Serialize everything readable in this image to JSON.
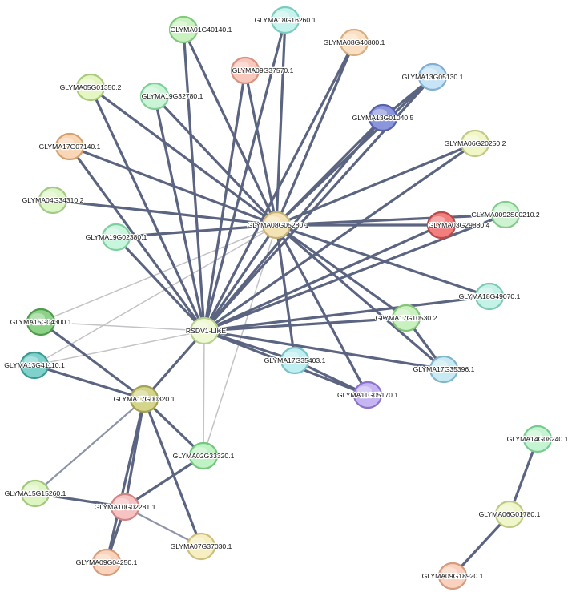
{
  "network": {
    "nodes": [
      {
        "id": "GLYMA01G40140.1",
        "label": "GLYMA01G40140.1",
        "fill": "#c9f2c0",
        "stroke": "#7fc97a"
      },
      {
        "id": "GLYMA18G16260.1",
        "label": "GLYMA18G16260.1",
        "fill": "#c6f3ee",
        "stroke": "#7ccbbf"
      },
      {
        "id": "GLYMA08G40800.1",
        "label": "GLYMA08G40800.1",
        "fill": "#fadfc2",
        "stroke": "#d8ae82"
      },
      {
        "id": "GLYMA09G37570.1",
        "label": "GLYMA09G37570.1",
        "fill": "#f9c8bc",
        "stroke": "#d89381"
      },
      {
        "id": "GLYMA05G01350.2",
        "label": "GLYMA05G01350.2",
        "fill": "#e5f6c3",
        "stroke": "#aacb7e"
      },
      {
        "id": "GLYMA19G32780.1",
        "label": "GLYMA19G32780.1",
        "fill": "#c9f5d6",
        "stroke": "#7fcf97"
      },
      {
        "id": "GLYMA13G05130.1",
        "label": "GLYMA13G05130.1",
        "fill": "#c6e4f6",
        "stroke": "#82aed1"
      },
      {
        "id": "GLYMA13G01040.5",
        "label": "GLYMA13G01040.5",
        "fill": "#8c96dc",
        "stroke": "#5761a8"
      },
      {
        "id": "GLYMA06G20250.2",
        "label": "GLYMA06G20250.2",
        "fill": "#f1f6c7",
        "stroke": "#c4c986"
      },
      {
        "id": "GLYMA17G07140.1",
        "label": "GLYMA17G07140.1",
        "fill": "#f8d6b6",
        "stroke": "#d6a06e"
      },
      {
        "id": "GLYMA04G34310.2",
        "label": "GLYMA04G34310.2",
        "fill": "#def5c6",
        "stroke": "#a3c985"
      },
      {
        "id": "GLYMA08G05280.1",
        "label": "GLYMA08G05280.1",
        "fill": "#f4e4b5",
        "stroke": "#c9b276"
      },
      {
        "id": "GLYMA03G29880.4",
        "label": "GLYMA03G29880.4",
        "fill": "#f27e7e",
        "stroke": "#b84a4a"
      },
      {
        "id": "GLYMA0092S00210.2",
        "label": "GLYMA0092S00210.2",
        "fill": "#cdf3d1",
        "stroke": "#85c98e"
      },
      {
        "id": "GLYMA19G02380.1",
        "label": "GLYMA19G02380.1",
        "fill": "#c8f5dd",
        "stroke": "#7fcf9f"
      },
      {
        "id": "GLYMA18G49070.1",
        "label": "GLYMA18G49070.1",
        "fill": "#c4f2e6",
        "stroke": "#7ccab5"
      },
      {
        "id": "GLYMA15G04300.1",
        "label": "GLYMA15G04300.1",
        "fill": "#8ed28a",
        "stroke": "#4e9b4a"
      },
      {
        "id": "RSDV1-LIKE",
        "label": "RSDV1-LIKE",
        "fill": "#eef8d2",
        "stroke": "#b9cf8f"
      },
      {
        "id": "GLYMA17G10530.2",
        "label": "GLYMA17G10530.2",
        "fill": "#c9f1bf",
        "stroke": "#85c579"
      },
      {
        "id": "GLYMA13G41110.1",
        "label": "GLYMA13G41110.1",
        "fill": "#7fd2cc",
        "stroke": "#3e9993"
      },
      {
        "id": "GLYMA17G35403.1",
        "label": "GLYMA17G35403.1",
        "fill": "#bfeff0",
        "stroke": "#79c2c6"
      },
      {
        "id": "GLYMA17G35396.1",
        "label": "GLYMA17G35396.1",
        "fill": "#c8eaf2",
        "stroke": "#82b5c9"
      },
      {
        "id": "GLYMA11G05170.1",
        "label": "GLYMA11G05170.1",
        "fill": "#c6b5f2",
        "stroke": "#8a74c9"
      },
      {
        "id": "GLYMA17G00320.1",
        "label": "GLYMA17G00320.1",
        "fill": "#d4d48a",
        "stroke": "#a2a253"
      },
      {
        "id": "GLYMA02G33320.1",
        "label": "GLYMA02G33320.1",
        "fill": "#bff2c4",
        "stroke": "#75c77e"
      },
      {
        "id": "GLYMA14G08240.1",
        "label": "GLYMA14G08240.1",
        "fill": "#c4f4d2",
        "stroke": "#78cb90"
      },
      {
        "id": "GLYMA15G15260.1",
        "label": "GLYMA15G15260.1",
        "fill": "#def5c2",
        "stroke": "#a0c97c"
      },
      {
        "id": "GLYMA10G02281.1",
        "label": "GLYMA10G02281.1",
        "fill": "#f7c2c2",
        "stroke": "#d08585"
      },
      {
        "id": "GLYMA06G01780.1",
        "label": "GLYMA06G01780.1",
        "fill": "#eff6c9",
        "stroke": "#c0c985"
      },
      {
        "id": "GLYMA07G37030.1",
        "label": "GLYMA07G37030.1",
        "fill": "#f7efc2",
        "stroke": "#cdc07f"
      },
      {
        "id": "GLYMA09G04250.1",
        "label": "GLYMA09G04250.1",
        "fill": "#f9d3bb",
        "stroke": "#d69d7c"
      },
      {
        "id": "GLYMA09G18920.1",
        "label": "GLYMA09G18920.1",
        "fill": "#f8d2be",
        "stroke": "#d59c80"
      }
    ],
    "edges": [
      [
        "GLYMA08G05280.1",
        "GLYMA01G40140.1",
        "strong"
      ],
      [
        "GLYMA08G05280.1",
        "GLYMA18G16260.1",
        "strong"
      ],
      [
        "GLYMA08G05280.1",
        "GLYMA08G40800.1",
        "strong"
      ],
      [
        "GLYMA08G05280.1",
        "GLYMA09G37570.1",
        "strong"
      ],
      [
        "GLYMA08G05280.1",
        "GLYMA05G01350.2",
        "strong"
      ],
      [
        "GLYMA08G05280.1",
        "GLYMA19G32780.1",
        "strong"
      ],
      [
        "GLYMA08G05280.1",
        "GLYMA13G05130.1",
        "strong"
      ],
      [
        "GLYMA08G05280.1",
        "GLYMA13G01040.5",
        "strong"
      ],
      [
        "GLYMA08G05280.1",
        "GLYMA06G20250.2",
        "strong"
      ],
      [
        "GLYMA08G05280.1",
        "GLYMA17G07140.1",
        "strong"
      ],
      [
        "GLYMA08G05280.1",
        "GLYMA04G34310.2",
        "strong"
      ],
      [
        "GLYMA08G05280.1",
        "GLYMA03G29880.4",
        "strong"
      ],
      [
        "GLYMA08G05280.1",
        "GLYMA0092S00210.2",
        "strong"
      ],
      [
        "GLYMA08G05280.1",
        "GLYMA19G02380.1",
        "strong"
      ],
      [
        "GLYMA08G05280.1",
        "GLYMA18G49070.1",
        "strong"
      ],
      [
        "GLYMA08G05280.1",
        "GLYMA17G10530.2",
        "strong"
      ],
      [
        "GLYMA08G05280.1",
        "GLYMA17G35403.1",
        "strong"
      ],
      [
        "GLYMA08G05280.1",
        "GLYMA17G35396.1",
        "strong"
      ],
      [
        "GLYMA08G05280.1",
        "GLYMA11G05170.1",
        "strong"
      ],
      [
        "GLYMA08G05280.1",
        "RSDV1-LIKE",
        "strong"
      ],
      [
        "GLYMA08G05280.1",
        "GLYMA15G04300.1",
        "light"
      ],
      [
        "GLYMA08G05280.1",
        "GLYMA13G41110.1",
        "light"
      ],
      [
        "GLYMA08G05280.1",
        "GLYMA02G33320.1",
        "light"
      ],
      [
        "RSDV1-LIKE",
        "GLYMA01G40140.1",
        "strong"
      ],
      [
        "RSDV1-LIKE",
        "GLYMA18G16260.1",
        "strong"
      ],
      [
        "RSDV1-LIKE",
        "GLYMA08G40800.1",
        "strong"
      ],
      [
        "RSDV1-LIKE",
        "GLYMA09G37570.1",
        "strong"
      ],
      [
        "RSDV1-LIKE",
        "GLYMA05G01350.2",
        "strong"
      ],
      [
        "RSDV1-LIKE",
        "GLYMA19G32780.1",
        "strong"
      ],
      [
        "RSDV1-LIKE",
        "GLYMA13G05130.1",
        "strong"
      ],
      [
        "RSDV1-LIKE",
        "GLYMA13G01040.5",
        "strong"
      ],
      [
        "RSDV1-LIKE",
        "GLYMA06G20250.2",
        "strong"
      ],
      [
        "RSDV1-LIKE",
        "GLYMA17G07140.1",
        "strong"
      ],
      [
        "RSDV1-LIKE",
        "GLYMA19G02380.1",
        "strong"
      ],
      [
        "RSDV1-LIKE",
        "GLYMA03G29880.4",
        "strong"
      ],
      [
        "RSDV1-LIKE",
        "GLYMA0092S00210.2",
        "strong"
      ],
      [
        "RSDV1-LIKE",
        "GLYMA18G49070.1",
        "strong"
      ],
      [
        "RSDV1-LIKE",
        "GLYMA17G10530.2",
        "strong"
      ],
      [
        "RSDV1-LIKE",
        "GLYMA17G35403.1",
        "strong"
      ],
      [
        "RSDV1-LIKE",
        "GLYMA17G35396.1",
        "strong"
      ],
      [
        "RSDV1-LIKE",
        "GLYMA11G05170.1",
        "strong"
      ],
      [
        "RSDV1-LIKE",
        "GLYMA17G00320.1",
        "strong"
      ],
      [
        "RSDV1-LIKE",
        "GLYMA15G04300.1",
        "light"
      ],
      [
        "RSDV1-LIKE",
        "GLYMA13G41110.1",
        "light"
      ],
      [
        "RSDV1-LIKE",
        "GLYMA02G33320.1",
        "light"
      ],
      [
        "GLYMA13G01040.5",
        "GLYMA13G05130.1",
        "strong"
      ],
      [
        "GLYMA17G10530.2",
        "GLYMA17G35396.1",
        "strong"
      ],
      [
        "GLYMA17G35403.1",
        "GLYMA11G05170.1",
        "strong"
      ],
      [
        "GLYMA17G00320.1",
        "GLYMA15G04300.1",
        "strong"
      ],
      [
        "GLYMA17G00320.1",
        "GLYMA13G41110.1",
        "strong"
      ],
      [
        "GLYMA17G00320.1",
        "GLYMA02G33320.1",
        "strong"
      ],
      [
        "GLYMA17G00320.1",
        "GLYMA10G02281.1",
        "strong"
      ],
      [
        "GLYMA17G00320.1",
        "GLYMA09G04250.1",
        "strong"
      ],
      [
        "GLYMA17G00320.1",
        "GLYMA07G37030.1",
        "strong"
      ],
      [
        "GLYMA17G00320.1",
        "GLYMA15G15260.1",
        "medium"
      ],
      [
        "GLYMA10G02281.1",
        "GLYMA15G15260.1",
        "strong"
      ],
      [
        "GLYMA10G02281.1",
        "GLYMA02G33320.1",
        "strong"
      ],
      [
        "GLYMA10G02281.1",
        "GLYMA09G04250.1",
        "strong"
      ],
      [
        "GLYMA10G02281.1",
        "GLYMA07G37030.1",
        "medium"
      ],
      [
        "GLYMA14G08240.1",
        "GLYMA06G01780.1",
        "strong"
      ],
      [
        "GLYMA06G01780.1",
        "GLYMA09G18920.1",
        "strong"
      ]
    ],
    "edge_colors": {
      "strong": "#5b6480",
      "medium": "#8e94a8",
      "light": "#c3c3c7"
    }
  }
}
